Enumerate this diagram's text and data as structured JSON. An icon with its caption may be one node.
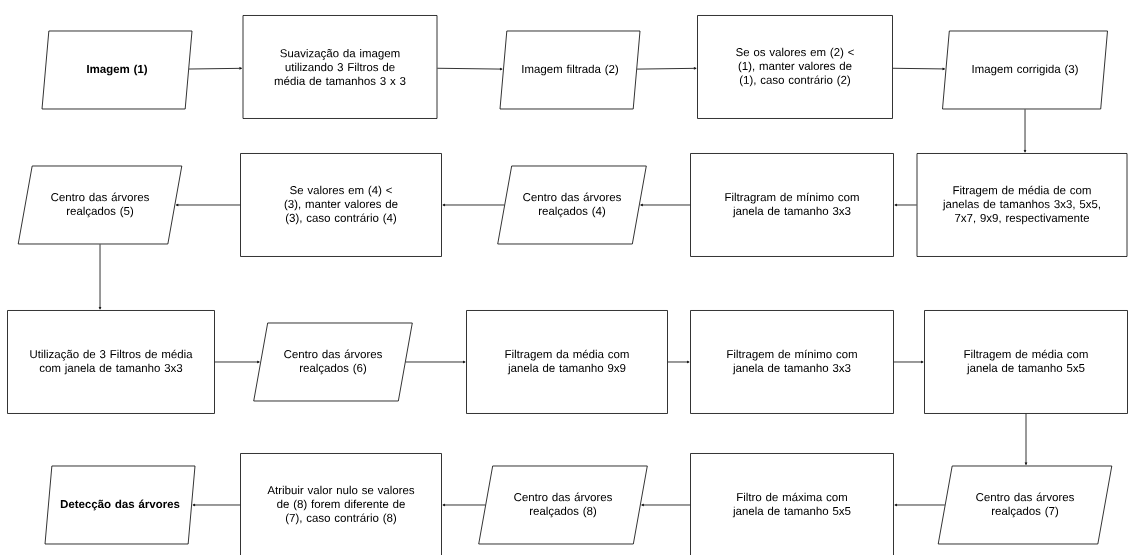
{
  "diagram": {
    "nodes": [
      {
        "text": [
          "Imagem  (1)"
        ]
      },
      {
        "text": [
          "Suavização da imagem utilizando 3 Filtros de média de tamanhos 3 x 3"
        ]
      },
      {
        "text": [
          "Imagem filtrada (2)"
        ]
      },
      {
        "text": [
          "Se os valores em (2) < (1), manter valores de (1), caso contrário (2)"
        ]
      },
      {
        "text": [
          "Imagem corrigida (3)"
        ]
      },
      {
        "text": [
          "Fitragem de média de com janelas de tamanhos 3x3, 5x5, 7x7, 9x9, respectivamente"
        ]
      },
      {
        "text": [
          "Filtragram de mínimo com janela de tamanho 3x3"
        ]
      },
      {
        "text": [
          "Centro das árvores realçados (4)"
        ]
      },
      {
        "text": [
          "Se valores em (4) < (3), manter valores de (3), caso contrário (4)"
        ]
      },
      {
        "text": [
          "Centro das árvores realçados (5)"
        ]
      },
      {
        "text": [
          "Utilização de 3 Filtros de média com janela de tamanho 3x3"
        ]
      },
      {
        "text": [
          "Centro das árvores realçados (6)"
        ]
      },
      {
        "text": [
          "Filtragem da média com janela de tamanho 9x9"
        ]
      },
      {
        "text": [
          "Filtragem de mínimo com janela de tamanho 3x3"
        ]
      },
      {
        "text": [
          "Filtragem de média com janela de tamanho 5x5"
        ]
      },
      {
        "text": [
          "Centro das árvores realçados (7)"
        ]
      },
      {
        "text": [
          "Filtro de máxima com janela de tamanho 5x5"
        ]
      },
      {
        "text": [
          "Centro das árvores realçados (8)"
        ]
      },
      {
        "text": [
          "Atribuir valor nulo se valores de (8) forem diferente de (7), caso contrário (8)"
        ]
      },
      {
        "text": [
          "Detecção das árvores"
        ]
      }
    ],
    "edges": [
      {
        "from": 0,
        "to": 1,
        "arrow": "to"
      },
      {
        "from": 1,
        "to": 2,
        "arrow": "to"
      },
      {
        "from": 2,
        "to": 3,
        "arrow": "to"
      },
      {
        "from": 3,
        "to": 4,
        "arrow": "to"
      },
      {
        "from": 4,
        "to": 5,
        "arrow": "to"
      },
      {
        "from": 5,
        "to": 6,
        "arrow": "to"
      },
      {
        "from": 6,
        "to": 7,
        "arrow": "to"
      },
      {
        "from": 7,
        "to": 8,
        "arrow": "to"
      },
      {
        "from": 8,
        "to": 9,
        "arrow": "to"
      },
      {
        "from": 9,
        "to": 10,
        "arrow": "to"
      },
      {
        "from": 10,
        "to": 11,
        "arrow": "to"
      },
      {
        "from": 11,
        "to": 12,
        "arrow": "to"
      },
      {
        "from": 12,
        "to": 13,
        "arrow": "to"
      },
      {
        "from": 13,
        "to": 14,
        "arrow": "to"
      },
      {
        "from": 14,
        "to": 15,
        "arrow": "to"
      },
      {
        "from": 15,
        "to": 16,
        "arrow": "to"
      },
      {
        "from": 16,
        "to": 17,
        "arrow": "to"
      },
      {
        "from": 17,
        "to": 18,
        "arrow": "to"
      },
      {
        "from": 18,
        "to": 19,
        "arrow": "to"
      }
    ]
  }
}
